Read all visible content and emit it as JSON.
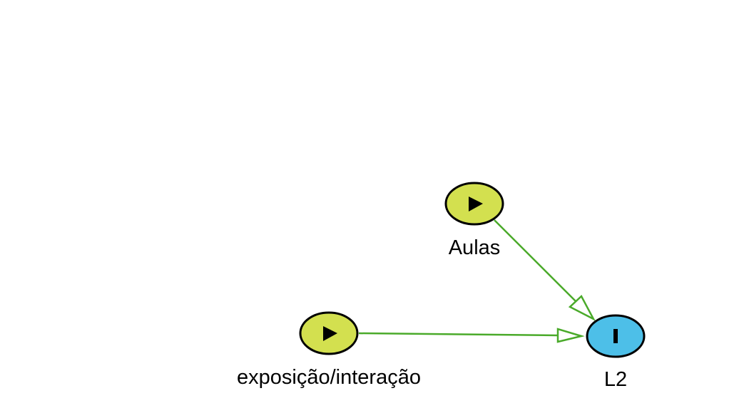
{
  "nodes": [
    {
      "id": "aulas",
      "label": "Aulas",
      "role": "exposure",
      "icon": "play-icon"
    },
    {
      "id": "expo",
      "label": "exposição/interação",
      "role": "exposure",
      "icon": "play-icon"
    },
    {
      "id": "l2",
      "label": "L2",
      "role": "outcome",
      "icon": "bar-icon"
    }
  ],
  "edges": [
    {
      "from": "aulas",
      "to": "l2"
    },
    {
      "from": "expo",
      "to": "l2"
    }
  ],
  "colors": {
    "exposure": "#d3e04f",
    "outcome": "#4dbfe8",
    "edge": "#4aaa2a",
    "stroke": "#000000"
  }
}
